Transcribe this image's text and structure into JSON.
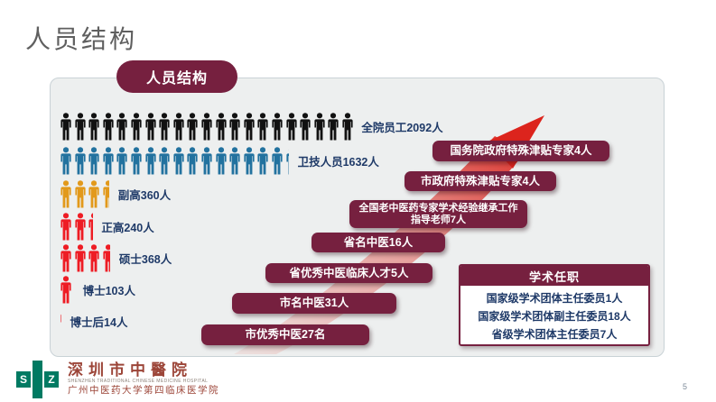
{
  "slide": {
    "title": "人员结构",
    "badge": "人员结构",
    "page_number": "5"
  },
  "chart_data": {
    "type": "bar",
    "variant": "pictogram",
    "title": "人员结构",
    "categories": [
      "全院员工",
      "卫技人员",
      "副高",
      "正高",
      "硕士",
      "博士",
      "博士后"
    ],
    "values": [
      2092,
      1632,
      360,
      240,
      368,
      103,
      14
    ],
    "unit": "人",
    "people_per_icon": 100,
    "icon": "person",
    "colors": [
      "#111111",
      "#22729f",
      "#e2991b",
      "#ee1c24",
      "#ee1c24",
      "#ee1c24",
      "#ee1c24"
    ],
    "labels": [
      "全院员工2092人",
      "卫技人员1632人",
      "副高360人",
      "正高240人",
      "硕士368人",
      "博士103人",
      "博士后14人"
    ],
    "legend_position": "right-of-bar",
    "grid": false
  },
  "steps": [
    "市优秀中医27名",
    "市名中医31人",
    "省优秀中医临床人才5人",
    "省名中医16人",
    "全国老中医药专家学术经验继承工作指导老师7人",
    "市政府特殊津贴专家4人",
    "国务院政府特殊津贴专家4人"
  ],
  "academic": {
    "title": "学术任职",
    "items": [
      "国家级学术团体主任委员1人",
      "国家级学术团体副主任委员18人",
      "省级学术团体主任委员7人"
    ]
  },
  "footer": {
    "logo_letters": [
      "S",
      "Z"
    ],
    "hospital_name": "深圳市中醫院",
    "hospital_name_en": "SHENZHEN TRADITIONAL CHINESE MEDICINE HOSPITAL",
    "affiliation": "广州中医药大学第四临床医学院"
  },
  "colors": {
    "maroon": "#76203f",
    "navy_label": "#1f3a68",
    "arrow_red": "#dc241d",
    "panel_bg": "#edefef",
    "logo_green": "#007a62",
    "logo_text": "#9c4538"
  }
}
